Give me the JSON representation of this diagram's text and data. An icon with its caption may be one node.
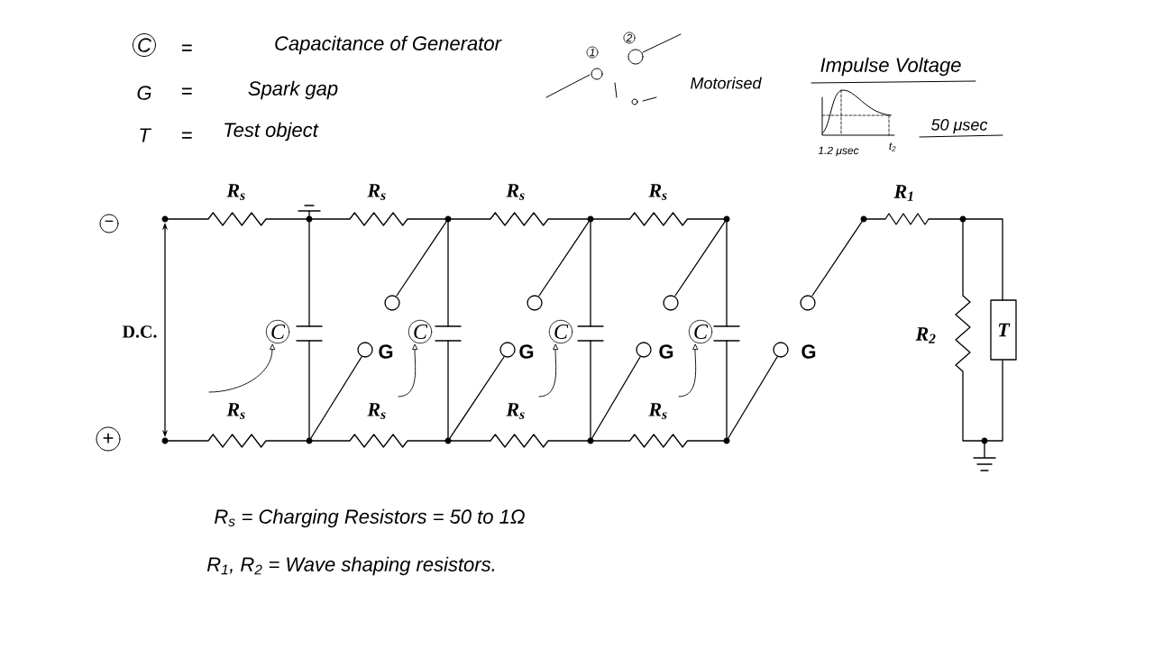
{
  "diagram": {
    "nodes": [
      {
        "text": [
          "C"
        ]
      },
      {
        "text": [
          "1"
        ]
      },
      {
        "text": [
          "2"
        ]
      },
      {
        "text": [
          "−"
        ]
      },
      {
        "text": [
          "C"
        ]
      },
      {
        "text": [
          "C"
        ]
      },
      {
        "text": [
          "C"
        ]
      },
      {
        "text": [
          "C"
        ]
      },
      {
        "text": [
          "T"
        ]
      },
      {
        "text": [
          "+"
        ]
      }
    ],
    "edges": [
      {
        "from": null,
        "to": 4,
        "arrow": "to"
      },
      {
        "from": null,
        "to": 5,
        "arrow": "to"
      },
      {
        "from": null,
        "to": 6,
        "arrow": "to"
      },
      {
        "from": null,
        "to": 7,
        "arrow": "to"
      }
    ],
    "labels": [
      "=",
      "Capacitance of Generator",
      "G",
      "=",
      "Spark gap",
      "T",
      "=",
      "Test object",
      "Motorised",
      "Impulse Voltage",
      "1.2 μsec",
      "t$_{2}$",
      "50 μsec",
      "R$_{s}$",
      "R$_{s}$",
      "R$_{s}$",
      "R$_{s}$",
      "D.C.",
      "G",
      "G",
      "G",
      "G",
      "R$_{s}$",
      "R$_{s}$",
      "R$_{s}$",
      "R$_{s}$",
      "R$_{1}$",
      "R$_{2}$",
      "R$_{s}$ = Charging Resistors = 50 to 1Ω",
      "R$_{1}$, R$_{2}$ = Wave shaping resistors."
    ]
  }
}
